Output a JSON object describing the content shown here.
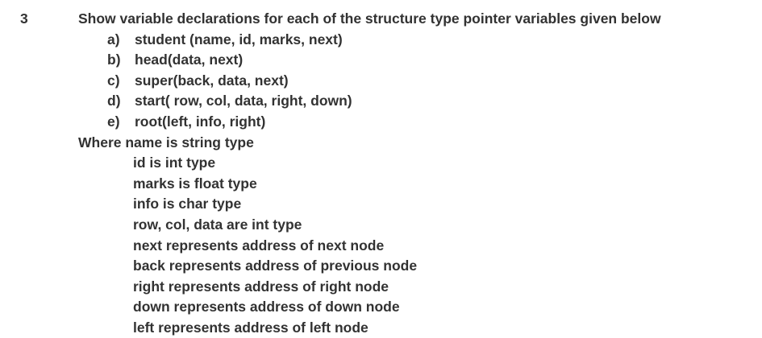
{
  "page": {
    "background_color": "#ffffff",
    "text_color": "#323232",
    "question_number": "3",
    "title": "Show variable declarations for each of the structure type pointer variables given below",
    "items": [
      {
        "label": "a)",
        "text": "student (name, id, marks, next)"
      },
      {
        "label": "b)",
        "text": "head(data, next)"
      },
      {
        "label": "c)",
        "text": "super(back, data, next)"
      },
      {
        "label": "d)",
        "text": "start( row, col, data, right, down)"
      },
      {
        "label": "e)",
        "text": "root(left, info, right)"
      }
    ],
    "where_line": "Where name is string type",
    "definitions": [
      "id is int type",
      "marks is float type",
      "info is char type",
      "row, col, data are int type",
      "next represents address of next node",
      "back represents address of previous node",
      "right represents address of right node",
      "down represents address of down node",
      "left represents address of left node"
    ]
  }
}
